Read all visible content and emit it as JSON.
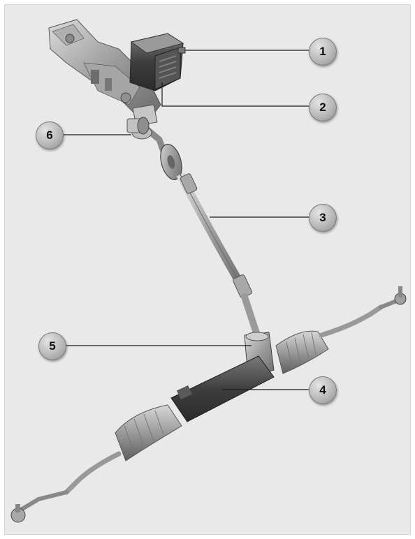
{
  "diagram": {
    "callouts": [
      {
        "id": "c1",
        "label": "1"
      },
      {
        "id": "c2",
        "label": "2"
      },
      {
        "id": "c3",
        "label": "3"
      },
      {
        "id": "c4",
        "label": "4"
      },
      {
        "id": "c5",
        "label": "5"
      },
      {
        "id": "c6",
        "label": "6"
      }
    ]
  },
  "colors": {
    "background": "#e9e9e9",
    "component_dark": "#4a4a4a",
    "component_mid": "#8a8a8a",
    "component_light": "#c9c9c9",
    "leader_line": "#1a1a1a"
  }
}
